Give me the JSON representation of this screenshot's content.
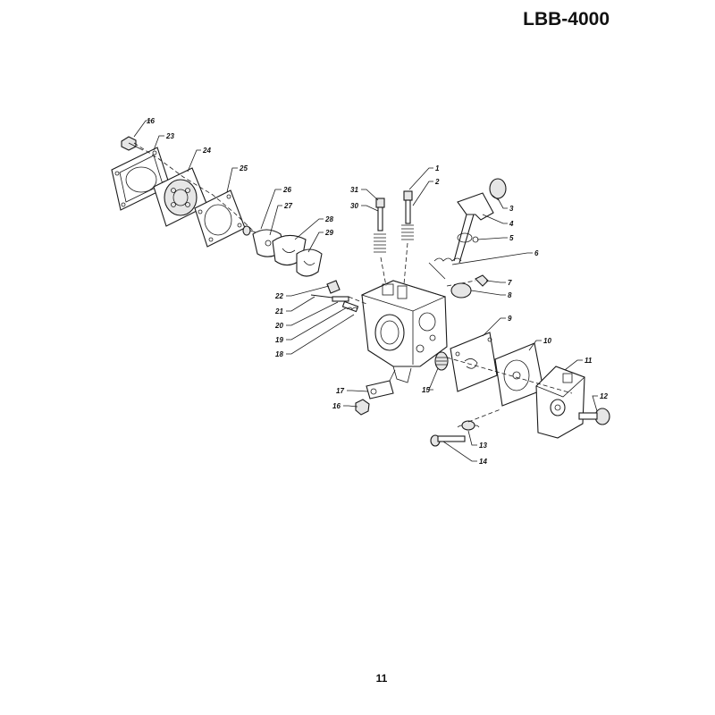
{
  "header": {
    "model": "LBB-4000"
  },
  "footer": {
    "page_number": "11"
  },
  "callouts": {
    "c1": "1",
    "c2": "2",
    "c3": "3",
    "c4": "4",
    "c5": "5",
    "c6": "6",
    "c7": "7",
    "c8": "8",
    "c9": "9",
    "c10": "10",
    "c11": "11",
    "c12": "12",
    "c13": "13",
    "c14": "14",
    "c15": "15",
    "c16a": "16",
    "c16b": "16",
    "c17": "17",
    "c18": "18",
    "c19": "19",
    "c20": "20",
    "c21": "21",
    "c22": "22",
    "c23": "23",
    "c24": "24",
    "c25": "25",
    "c26": "26",
    "c27": "27",
    "c28": "28",
    "c29": "29",
    "c30": "30",
    "c31": "31"
  }
}
